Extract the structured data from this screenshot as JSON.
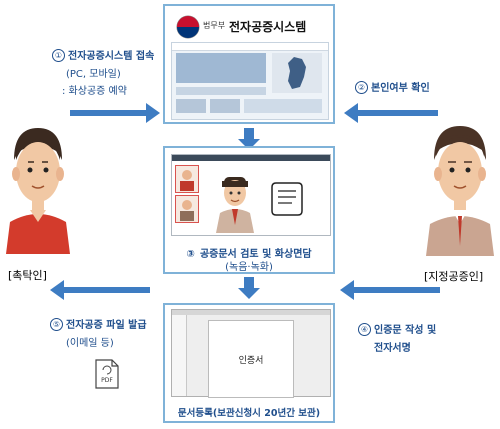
{
  "top_panel": {
    "ministry": "법무부",
    "system_title": "전자공증시스템"
  },
  "middle_panel": {
    "step_num": "③",
    "label": "공증문서 검토 및 화상면담",
    "sub": "(녹음·녹화)"
  },
  "bottom_panel": {
    "doc_text": "인증서",
    "label": "문서등록(보관신청시 20년간 보관)"
  },
  "steps": {
    "s1_num": "①",
    "s1_line1": "전자공증시스템 접속",
    "s1_line2": "(PC, 모바일)",
    "s1_line3": ": 화상공증 예약",
    "s2_num": "②",
    "s2_text": "본인여부 확인",
    "s4_num": "④",
    "s4_line1": "인증문 작성 및",
    "s4_line2": "전자서명",
    "s5_num": "⑤",
    "s5_line1": "전자공증 파일 발급",
    "s5_line2": "(이메일 등)"
  },
  "roles": {
    "left": "[촉탁인]",
    "right": "[지정공증인]"
  },
  "pdf_icon_label": "PDF",
  "colors": {
    "accent": "#3e7cc2",
    "text_blue": "#1f4e8c",
    "panel_border": "#7fb2d8"
  }
}
